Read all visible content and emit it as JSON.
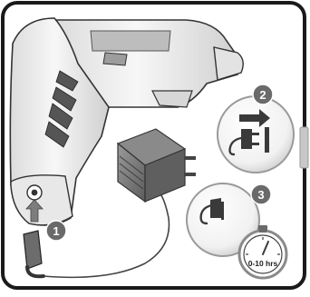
{
  "steps": {
    "step1": {
      "number": "1"
    },
    "step2": {
      "number": "2",
      "icons": [
        "arrow-right-icon",
        "plug-insert-icon",
        "wall-socket-icon"
      ]
    },
    "step3": {
      "number": "3",
      "icons": [
        "plug-icon",
        "stopwatch-icon"
      ],
      "timer_label": "0-10 hrs"
    }
  },
  "colors": {
    "frame": "#1a1a1a",
    "tool_body": "#f0f0f0",
    "tool_shade": "#d4d4d4",
    "tool_dark": "#7a7a7a",
    "adapter": "#7d7d7d",
    "adapter_dark": "#4e4e4e",
    "badge": "#6a6a6a",
    "panel_tab": "#c8c8c8"
  }
}
